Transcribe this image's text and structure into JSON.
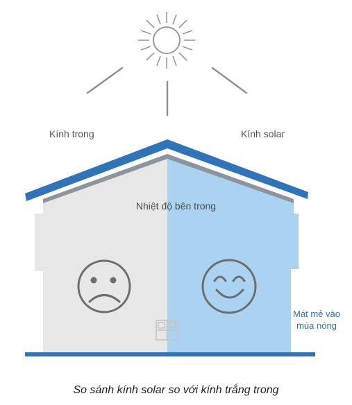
{
  "diagram": {
    "left_label": "Kính trong",
    "right_label": "Kính solar",
    "inside_label": "Nhiệt độ bên trong",
    "note_line1": "Mát mẻ vào",
    "note_line2": "mùa nóng"
  },
  "caption": "So sánh kính solar so với kính trắng trong",
  "colors": {
    "roof": "#2f73b9",
    "wall_left": "#e7e7e7",
    "wall_right": "#a9d3f0",
    "ground": "#2f73b9",
    "face_stroke": "#6d6d6d",
    "sun_stroke": "#9a9a9a",
    "note_text": "#2f6fb5"
  },
  "icons": [
    "sun-icon",
    "sad-face-icon",
    "happy-face-icon",
    "window-icon"
  ]
}
